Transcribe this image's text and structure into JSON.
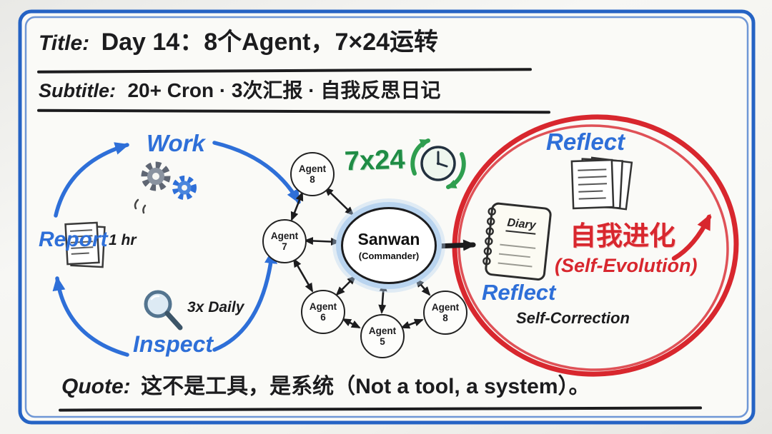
{
  "colors": {
    "frame_blue": "#2563c4",
    "accent_blue": "#2e6fd8",
    "accent_green": "#1f8c45",
    "accent_red": "#d8272e",
    "ink": "#1c1c1e"
  },
  "title": {
    "label": "Title:",
    "text": "Day 14：8个Agent，7×24运转"
  },
  "subtitle": {
    "label": "Subtitle:",
    "text": "20+ Cron · 3次汇报 · 自我反思日记"
  },
  "work_cycle": {
    "work_label": "Work",
    "report_label": "Report",
    "report_interval": "1 hr",
    "inspect_label": "Inspect",
    "inspect_interval": "3x Daily"
  },
  "agent_network": {
    "uptime_label": "7x24",
    "commander": {
      "name": "Sanwan",
      "role": "(Commander)"
    },
    "agents": [
      {
        "position": "top",
        "line1": "Agent",
        "line2": "8"
      },
      {
        "position": "left",
        "line1": "Agent",
        "line2": "7"
      },
      {
        "position": "bottom-left",
        "line1": "Agent",
        "line2": "6"
      },
      {
        "position": "bottom",
        "line1": "Agent",
        "line2": "5"
      },
      {
        "position": "right",
        "line1": "Agent",
        "line2": "8"
      }
    ]
  },
  "reflection_cycle": {
    "reflect_top_label": "Reflect",
    "evolution_zh": "自我进化",
    "evolution_en": "(Self-Evolution)",
    "diary_label": "Diary",
    "reflect_bottom_label": "Reflect",
    "self_correction_label": "Self-Correction"
  },
  "quote": {
    "label": "Quote:",
    "text": "这不是工具，是系统（Not a tool, a system）。"
  },
  "icons": {
    "work": "gears-icon",
    "report": "document-icon",
    "inspect": "magnifier-icon",
    "uptime": "clock-recycle-icon",
    "diary": "diary-notebook-icon",
    "reflect": "documents-stack-icon"
  }
}
